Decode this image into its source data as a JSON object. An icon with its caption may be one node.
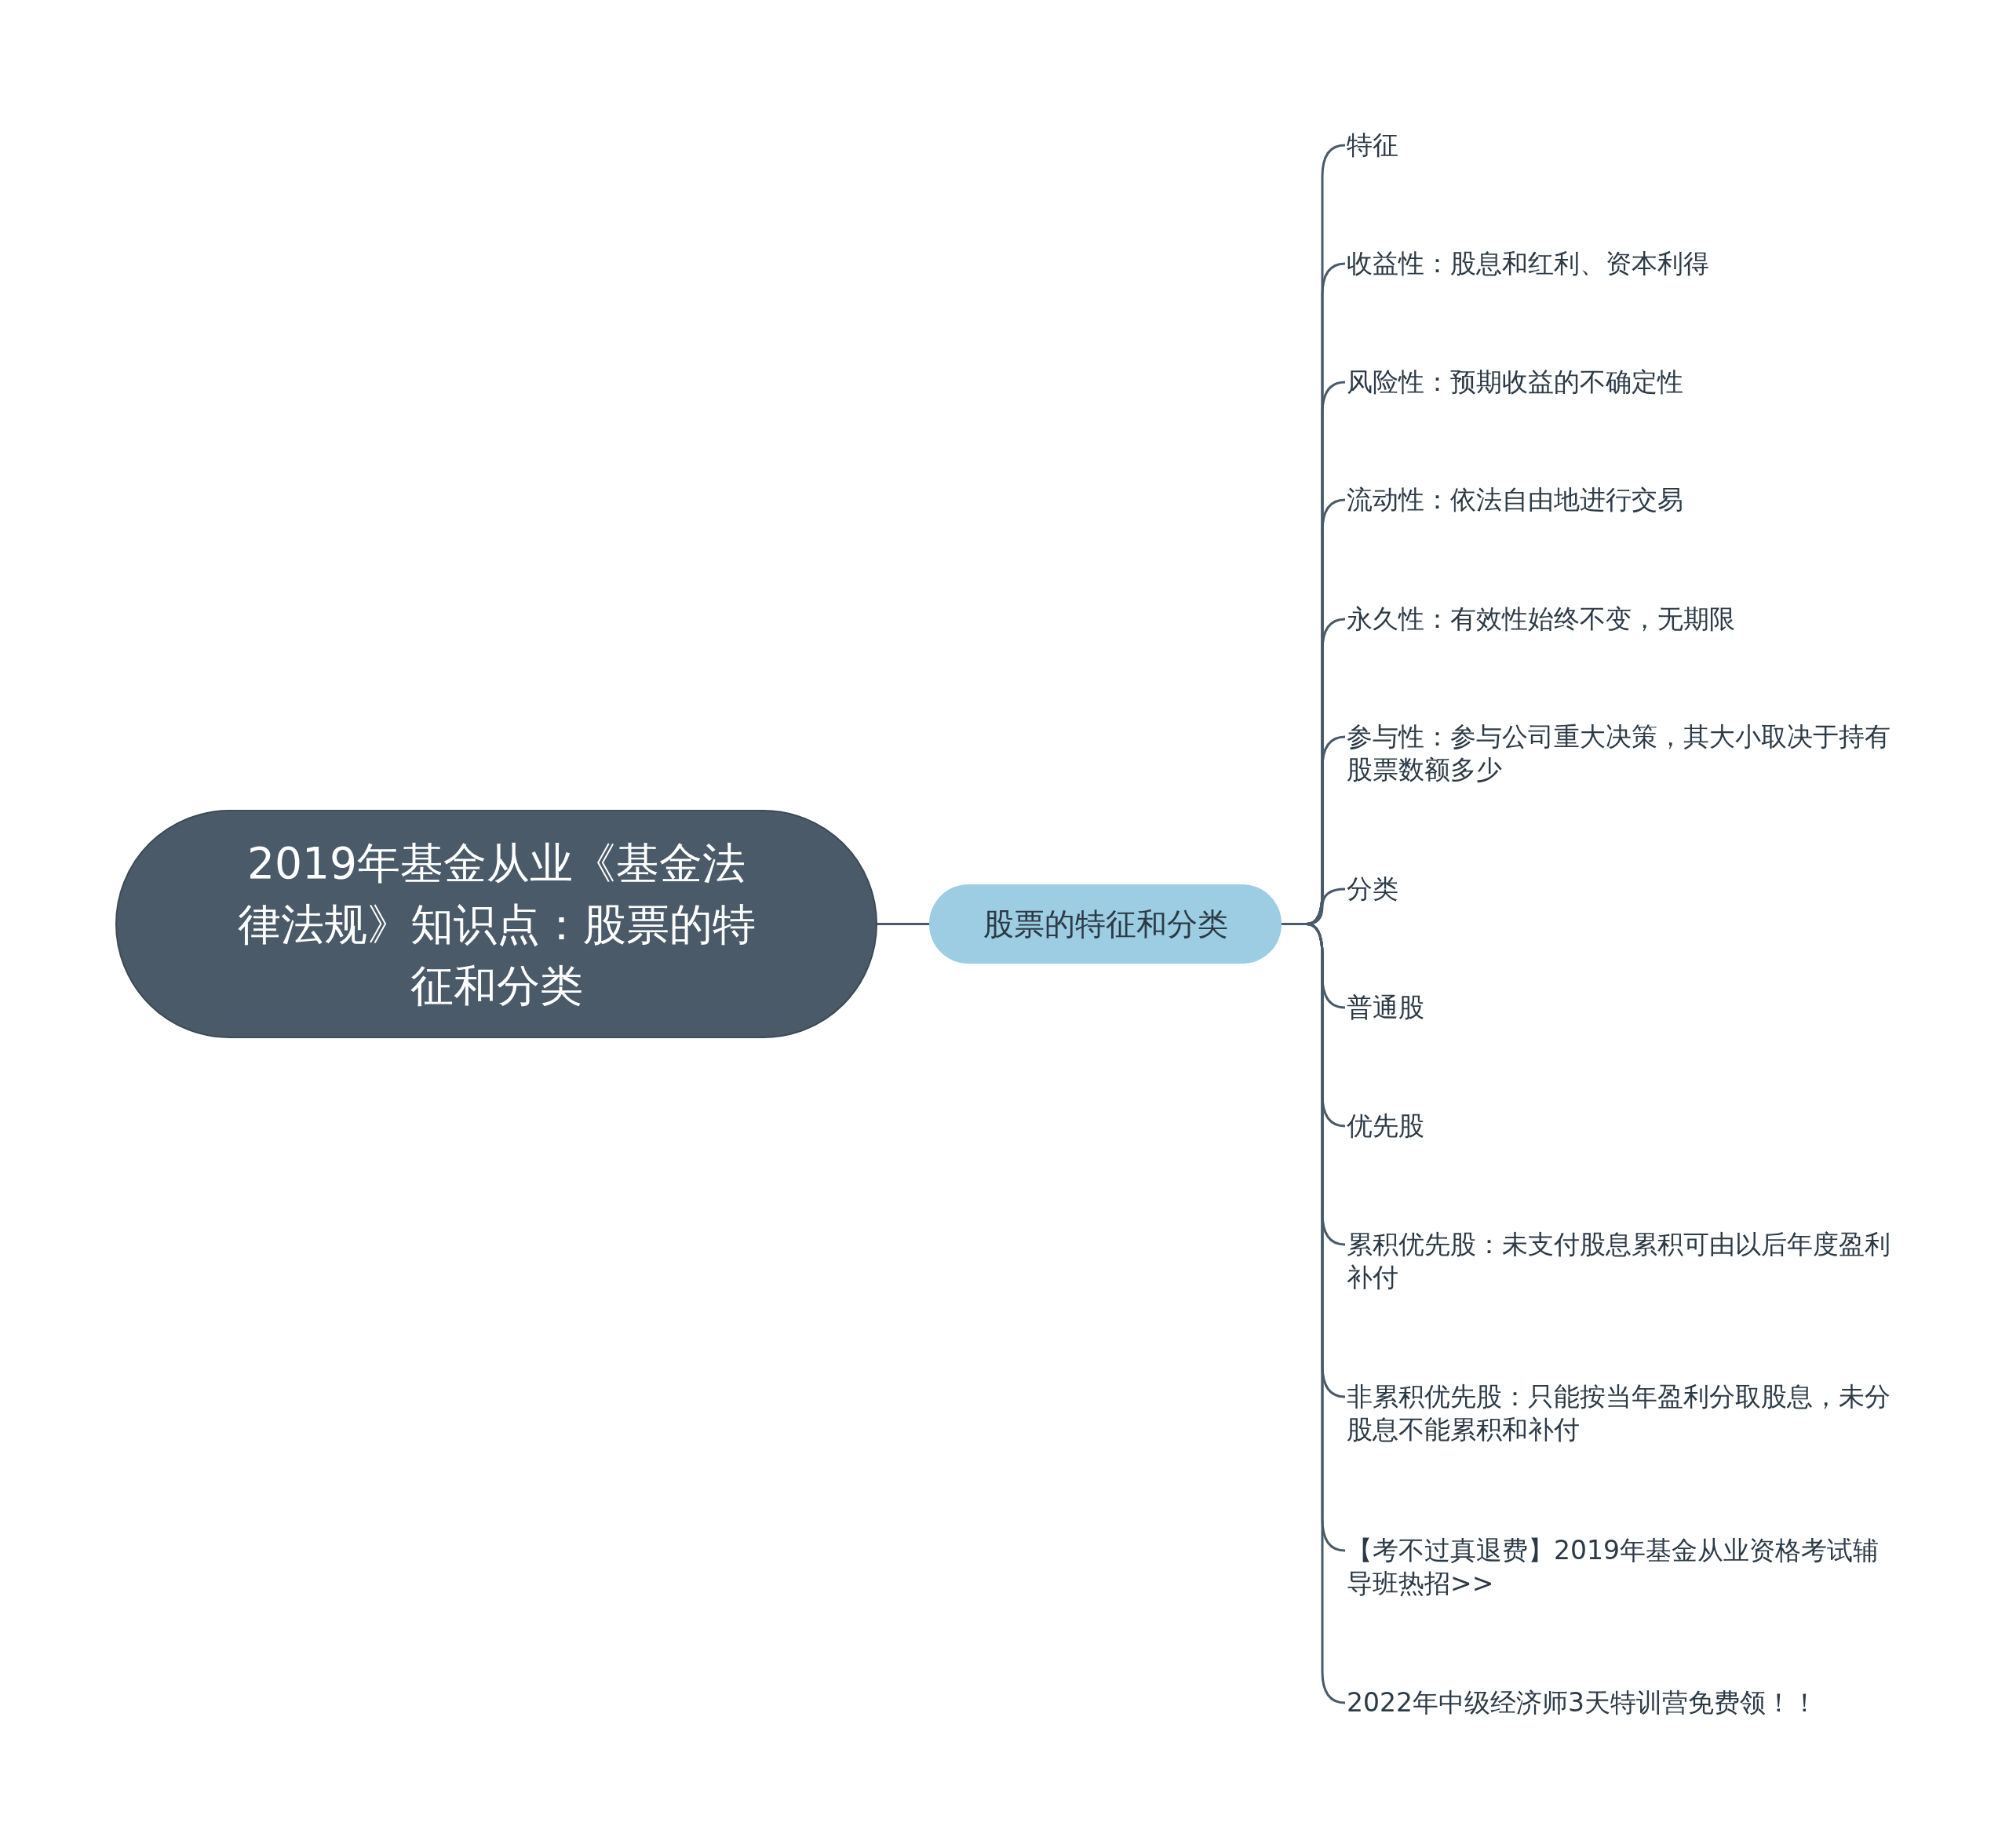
{
  "diagram": {
    "nodes": [
      {
        "text": [
          "2019年基金从业《基金法律法规》知识点：股票的特征和分类"
        ]
      },
      {
        "text": [
          "股票的特征和分类"
        ]
      },
      {
        "text": [
          "特征"
        ]
      },
      {
        "text": [
          "收益性：股息和红利、资本利得"
        ]
      },
      {
        "text": [
          "风险性：预期收益的不确定性"
        ]
      },
      {
        "text": [
          "流动性：依法自由地进行交易"
        ]
      },
      {
        "text": [
          "永久性：有效性始终不变，无期限"
        ]
      },
      {
        "text": [
          "参与性：参与公司重大决策，其大小取决于持有股票数额多少"
        ]
      },
      {
        "text": [
          "分类"
        ]
      },
      {
        "text": [
          "普通股"
        ]
      },
      {
        "text": [
          "优先股"
        ]
      },
      {
        "text": [
          "累积优先股：未支付股息累积可由以后年度盈利补付"
        ]
      },
      {
        "text": [
          "非累积优先股：只能按当年盈利分取股息，未分股息不能累积和补付"
        ]
      },
      {
        "text": [
          "【考不过真退费】2019年基金从业资格考试辅导班热招>>"
        ]
      },
      {
        "text": [
          "2022年中级经济师3天特训营免费领！！"
        ]
      }
    ],
    "edges": [
      {
        "from": 0,
        "to": 1,
        "arrow": "none"
      },
      {
        "from": 1,
        "to": 2,
        "arrow": "none"
      },
      {
        "from": 1,
        "to": 3,
        "arrow": "none"
      },
      {
        "from": 1,
        "to": 4,
        "arrow": "none"
      },
      {
        "from": 1,
        "to": 5,
        "arrow": "none"
      },
      {
        "from": 1,
        "to": 6,
        "arrow": "none"
      },
      {
        "from": 1,
        "to": 7,
        "arrow": "none"
      },
      {
        "from": 1,
        "to": 8,
        "arrow": "none"
      },
      {
        "from": 1,
        "to": 9,
        "arrow": "none"
      },
      {
        "from": 1,
        "to": 10,
        "arrow": "none"
      },
      {
        "from": 1,
        "to": 11,
        "arrow": "none"
      },
      {
        "from": 1,
        "to": 12,
        "arrow": "none"
      },
      {
        "from": 1,
        "to": 13,
        "arrow": "none"
      },
      {
        "from": 1,
        "to": 14,
        "arrow": "none"
      }
    ]
  }
}
